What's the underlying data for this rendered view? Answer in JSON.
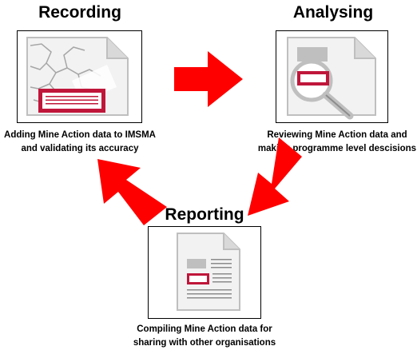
{
  "stages": {
    "recording": {
      "title": "Recording",
      "caption_line1": "Adding Mine Action data to IMSMA",
      "caption_line2": "and validating its accuracy"
    },
    "analysing": {
      "title": "Analysing",
      "caption_line1": "Reviewing Mine Action data and",
      "caption_line2": "making programme level descisions"
    },
    "reporting": {
      "title": "Reporting",
      "caption_line1": "Compiling Mine Action data for",
      "caption_line2": "sharing with other organisations"
    }
  },
  "colors": {
    "arrow": "#ff0000",
    "accent": "#c0163a",
    "icon_gray": "#bfbfbf"
  },
  "icons": {
    "recording": "map-document-icon",
    "analysing": "magnifier-document-icon",
    "reporting": "report-document-icon"
  }
}
